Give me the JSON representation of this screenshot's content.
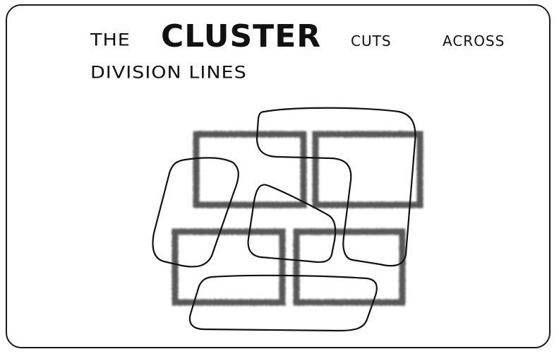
{
  "heading": {
    "word_the": "THE",
    "word_cluster": "CLUSTER",
    "word_cuts": "CUTS",
    "word_across": "ACROSS",
    "line2": "DIVISION LINES"
  },
  "colors": {
    "ink": "#111111",
    "grid": "#3a3a3a",
    "border": "#1a1a1a",
    "background": "#ffffff"
  }
}
